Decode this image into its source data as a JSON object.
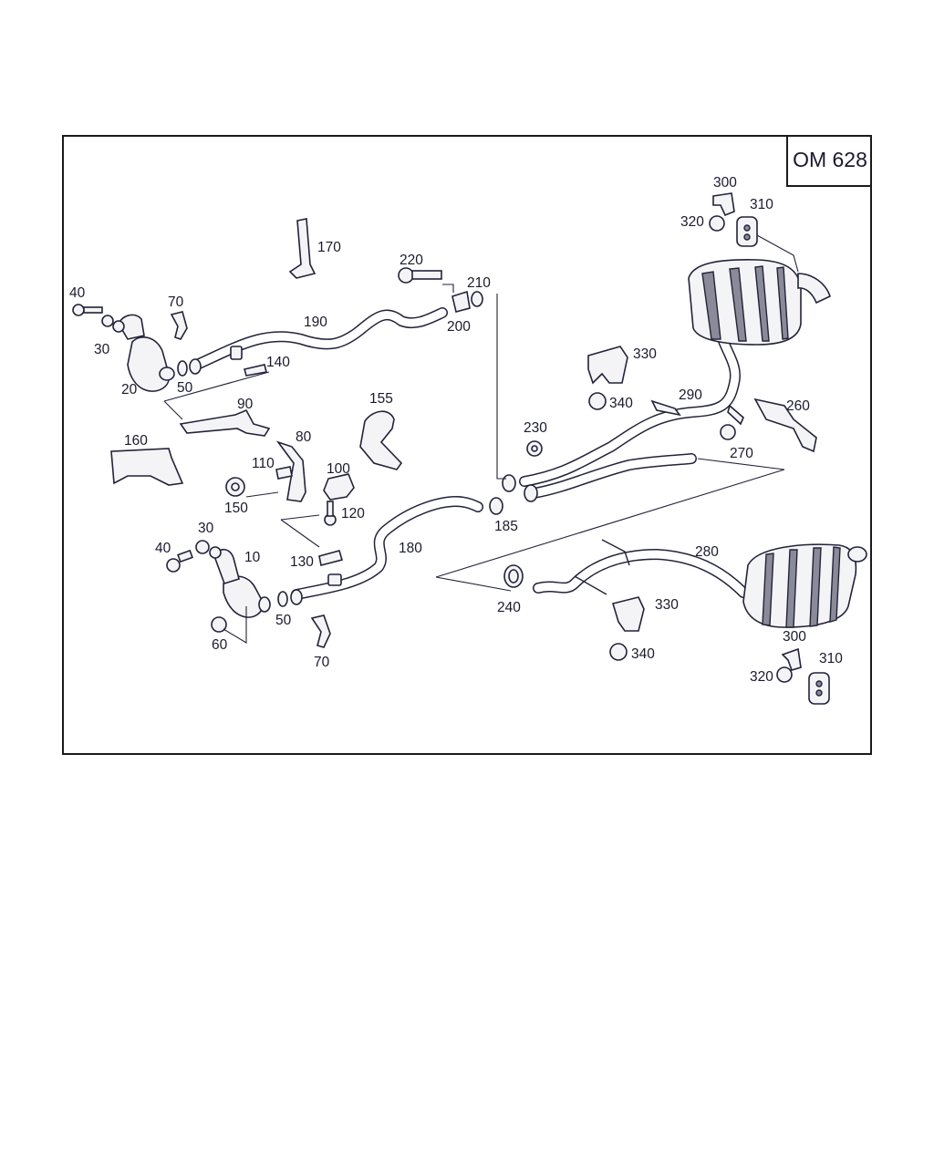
{
  "badge": "OM 628",
  "labels": {
    "l170": "170",
    "l220": "220",
    "l210": "210",
    "l200": "200",
    "l190": "190",
    "l40a": "40",
    "l30a": "30",
    "l70a": "70",
    "l20": "20",
    "l50a": "50",
    "l140": "140",
    "l90": "90",
    "l155": "155",
    "l160": "160",
    "l80": "80",
    "l110": "110",
    "l100": "100",
    "l150": "150",
    "l120": "120",
    "l40b": "40",
    "l30b": "30",
    "l10": "10",
    "l130": "130",
    "l180": "180",
    "l50b": "50",
    "l60": "60",
    "l70b": "70",
    "l185": "185",
    "l230": "230",
    "l240": "240",
    "l300a": "300",
    "l310a": "310",
    "l320a": "320",
    "l330a": "330",
    "l340a": "340",
    "l290": "290",
    "l260": "260",
    "l270": "270",
    "l280": "280",
    "l330b": "330",
    "l340b": "340",
    "l300b": "300",
    "l310b": "310",
    "l320b": "320"
  }
}
